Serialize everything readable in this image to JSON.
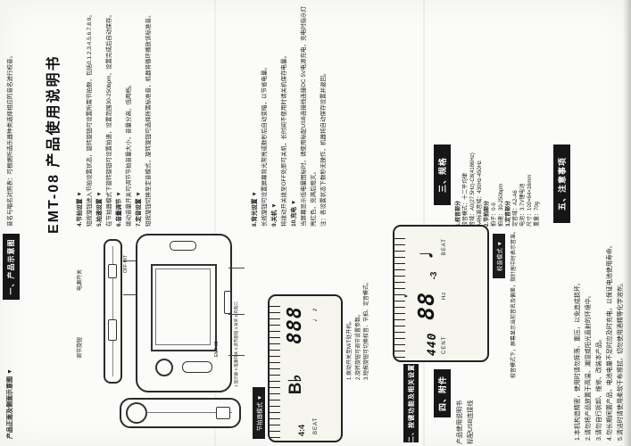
{
  "title": "EMT-08 产品使用说明书",
  "bars": {
    "s1": "一、产品示意图",
    "s2": "二、按键功能及相关设置",
    "s3": "三、规格",
    "s4": "四、附件",
    "s5": "五、注意事项",
    "metronome_mode": "节拍器模式 ▼",
    "tuning_mode": "校音模式 ▼"
  },
  "left": {
    "tail": "音名与唱名对照表：可根据所选乐器种类选择相应的音名进行校音。",
    "diagram_label": "产品正面及侧面示意图 ▼"
  },
  "device": {
    "brand": "EMT-08",
    "switch_label": "OFF·M/T",
    "legend": "1.显示屏 2.电源开关 3.调节旋钮 4.背夹 5.充电口",
    "callout_left_1": "电源开关",
    "callout_left_2": "调节旋钮"
  },
  "usage_a": [
    {
      "t": "4.节拍设置 ▼",
      "b": true
    },
    {
      "t": "短按旋钮进入节拍设置状态，旋转旋钮可设置所需节拍数，包括0.1.2.3.4.5.6.7.8.9。"
    },
    {
      "t": "5.拍速设置 ▼",
      "b": true
    },
    {
      "t": "在节拍器模式下旋转旋钮可设置拍速，设置范围30-250bpm，设置完成后自动保存。"
    },
    {
      "t": "6.音量调节 ▼",
      "b": true
    },
    {
      "t": "拨动音量开关可调节节拍音量大小，音量分高、低两档。"
    },
    {
      "t": "7.定音设置 ▼",
      "b": true
    },
    {
      "t": "短按旋钮切换至定音模式，旋转旋钮可选择所需标准音，机器将循环播放该标准音。"
    }
  ],
  "usage_b": [
    {
      "t": "8.背光设置 ▼",
      "b": true
    },
    {
      "t": "长按旋钮可设置屏幕背光常亮或数秒后自动变暗，以节省电量。"
    },
    {
      "t": "9.关机 ▼",
      "b": true
    },
    {
      "t": "将拨动开关拨至OFF处即可关机，长时间不使用时请关机保存电量。"
    },
    {
      "t": "10.充电 ▼",
      "b": true
    },
    {
      "t": "当屏幕显示低电量图标时，请使用标配USB连接线连接DC 5V电源充电，充电时指示灯亮红色，充满后熄灭。"
    },
    {
      "t": "注：各设置状态下数秒无操作，机器将自动保存设置并返回。"
    }
  ],
  "s2_items": [
    {
      "t": "1.拨动开关至M/T处开机。"
    },
    {
      "t": "2.旋转旋钮可调节设置参数。"
    },
    {
      "t": "3.短按旋钮可切换校音、节拍、定音模式。"
    }
  ],
  "tuner_note": "校音模式下，屏幕显示当前音名及偏差，指针居中时表示音准。",
  "specs": [
    {
      "t": "1.校音部分",
      "b": true
    },
    {
      "t": "校音模式：十二平均律"
    },
    {
      "t": "音域：A0(27.5Hz)-C8(4186Hz)"
    },
    {
      "t": "A4标准音域：430Hz-450Hz"
    },
    {
      "t": "2.节拍部分",
      "b": true
    },
    {
      "t": "拍子：0-9"
    },
    {
      "t": "拍速：30-250bpm"
    },
    {
      "t": "3.定音部分",
      "b": true
    },
    {
      "t": "定音域：A2-A6"
    },
    {
      "t": "电池：3.7V锂电池"
    },
    {
      "t": "尺寸：100×64×16mm"
    },
    {
      "t": "重量：70g"
    }
  ],
  "accessories": [
    {
      "t": "产品使用说明书"
    },
    {
      "t": "标配USB连接线"
    }
  ],
  "precautions": [
    {
      "t": "1.本机构造精密，使用时请勿摔落、重压，以免造成损坏。"
    },
    {
      "t": "2.请勿将产品放置于高温、潮湿或阳光直射的环境中。"
    },
    {
      "t": "3.请勿自行拆卸、维修、改装本产品。"
    },
    {
      "t": "4.勿长期闲置产品，电池电量不足时应及时充电，以保证电池使用寿命。"
    },
    {
      "t": "5.清洁时请使用柔软干布擦拭，切勿使用酒精等化学溶剂。"
    }
  ],
  "lcd_metronome": {
    "sig": "4:4",
    "note": "B♭",
    "seg": "888",
    "beat": "BEAT",
    "notes": "♩ ♪"
  },
  "lcd_tuner": {
    "freq": "440",
    "seg": "88",
    "cents": "-3",
    "cent": "CENT",
    "hz": "Hz",
    "beat": "BEAT",
    "big": "♩"
  }
}
